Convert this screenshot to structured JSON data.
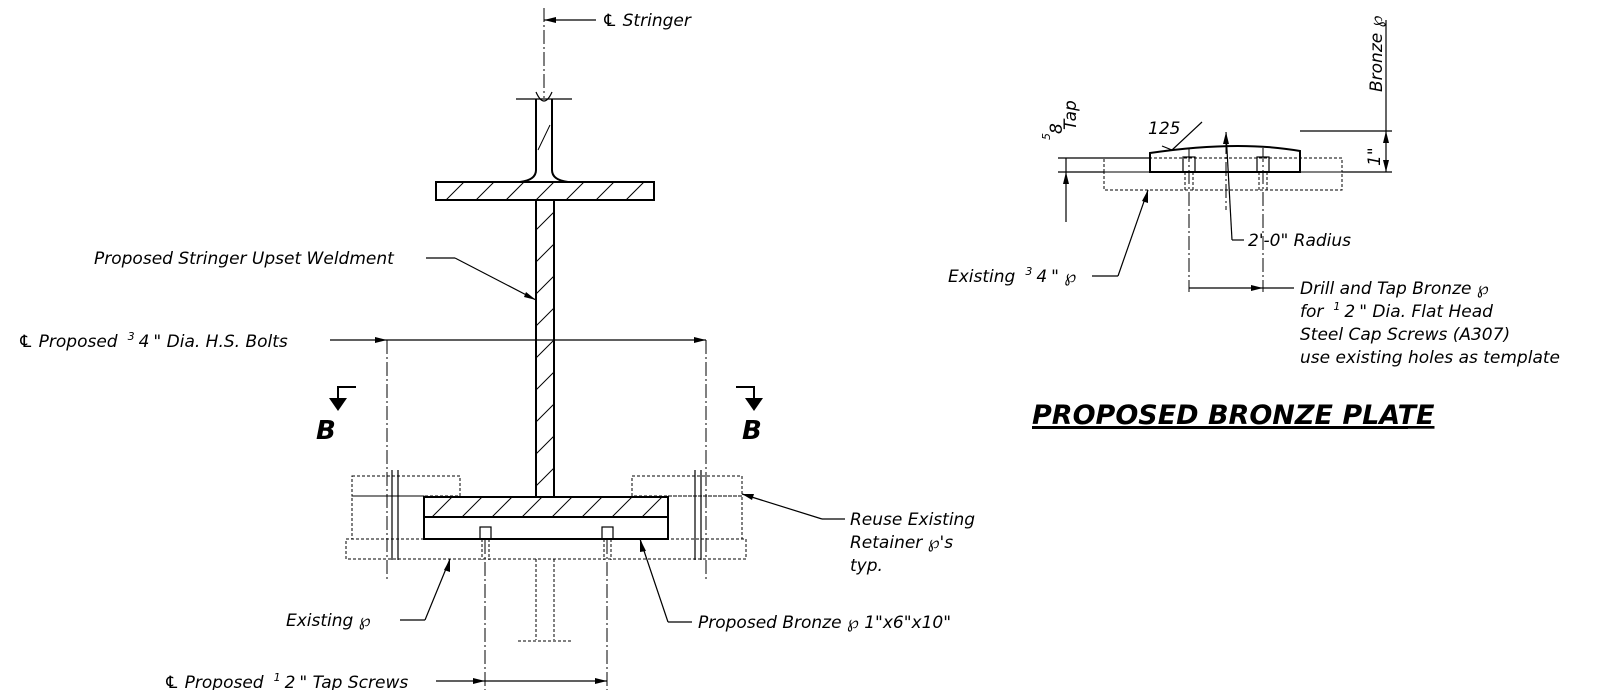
{
  "labels": {
    "cl_stringer": "℄ Stringer",
    "stringer_upset": "Proposed Stringer Upset Weldment",
    "hs_bolts_pre": "℄ Proposed",
    "hs_bolts_frac_num": "3",
    "hs_bolts_frac_den": "4",
    "hs_bolts_post": "\" Dia. H.S. Bolts",
    "section_left": "B",
    "section_right": "B",
    "reuse_1": "Reuse Existing",
    "reuse_2": "Retainer ℘'s",
    "reuse_3": "typ.",
    "existing_pl": "Existing ℘",
    "proposed_bronze_pl": "Proposed Bronze ℘ 1\"x6\"x10\"",
    "tap_screws_pre": "℄ Proposed",
    "tap_screws_frac_num": "1",
    "tap_screws_frac_den": "2",
    "tap_screws_post": "\" Tap Screws",
    "bronze_pl_vertical": "Bronze ℘",
    "dim_125": "125",
    "tap_frac_num": "5",
    "tap_frac_den": "8",
    "tap_word": "Tap",
    "dim_1in": "1\"",
    "radius": "2'-0\" Radius",
    "existing_34_pre": "Existing",
    "existing_34_num": "3",
    "existing_34_den": "4",
    "existing_34_post": "\" ℘",
    "drill_1": "Drill and Tap Bronze ℘",
    "drill_2_pre": "for",
    "drill_2_num": "1",
    "drill_2_den": "2",
    "drill_2_post": "\" Dia. Flat Head",
    "drill_3": "Steel Cap Screws (A307)",
    "drill_4": "use existing holes as template",
    "detail_title": "PROPOSED BRONZE PLATE"
  }
}
